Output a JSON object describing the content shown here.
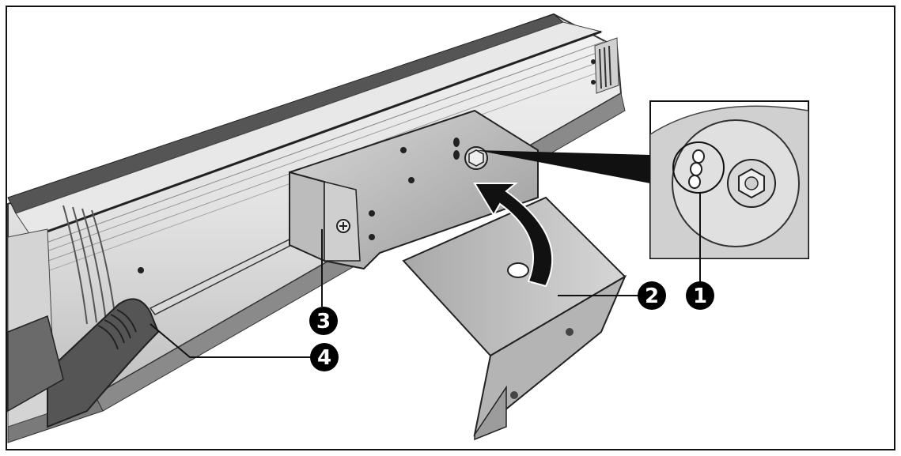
{
  "figure": {
    "callouts": [
      {
        "label": "1"
      },
      {
        "label": "2"
      },
      {
        "label": "3"
      },
      {
        "label": "4"
      }
    ],
    "colors": {
      "frame": "#111111",
      "metal_light": "#ececec",
      "metal_mid": "#c8c8c8",
      "metal_dark": "#8e8e8e",
      "callout_fill": "#000000"
    },
    "icons": [
      "rotation-arrow-icon",
      "hex-nut-icon",
      "slotted-hole-icon"
    ]
  }
}
